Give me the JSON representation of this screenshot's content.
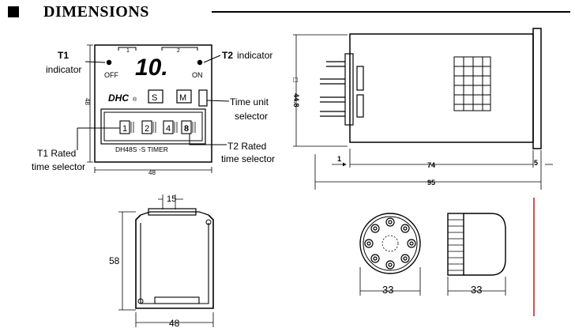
{
  "header": {
    "title": "DIMENSIONS"
  },
  "front_view": {
    "t1_indicator": {
      "label_bold": "T1",
      "label_rest": "indicator"
    },
    "t2_indicator": {
      "label_bold": "T2",
      "label_rest": "indicator"
    },
    "display_digits": "10.",
    "small_label_1": "1",
    "small_label_2": "2",
    "off_label": "OFF",
    "on_label": "ON",
    "brand": "DHC",
    "brand_mark": "®",
    "key_s": "S",
    "key_m": "M",
    "dip_digits": [
      "1",
      "2",
      "4",
      "8"
    ],
    "model_text": "DH48S -S  TIMER",
    "time_unit_selector": [
      "Time unit",
      "selector"
    ],
    "t1_rated": [
      "T1 Rated",
      "time selector"
    ],
    "t2_rated": [
      "T2 Rated",
      "time selector"
    ],
    "height_dim": "48",
    "width_dim": "48"
  },
  "side_view": {
    "height_dim": "44.8",
    "square_symbol": "□",
    "dim_1": "1",
    "dim_74": "74",
    "dim_5": "5",
    "dim_95": "95"
  },
  "bracket_view": {
    "dim_15": "15",
    "dim_58": "58",
    "dim_48": "48"
  },
  "socket_view": {
    "dim_33": "33"
  },
  "socket_side_view": {
    "dim_33": "33"
  },
  "colors": {
    "ink": "#000000",
    "accent_line": "#c80000"
  }
}
